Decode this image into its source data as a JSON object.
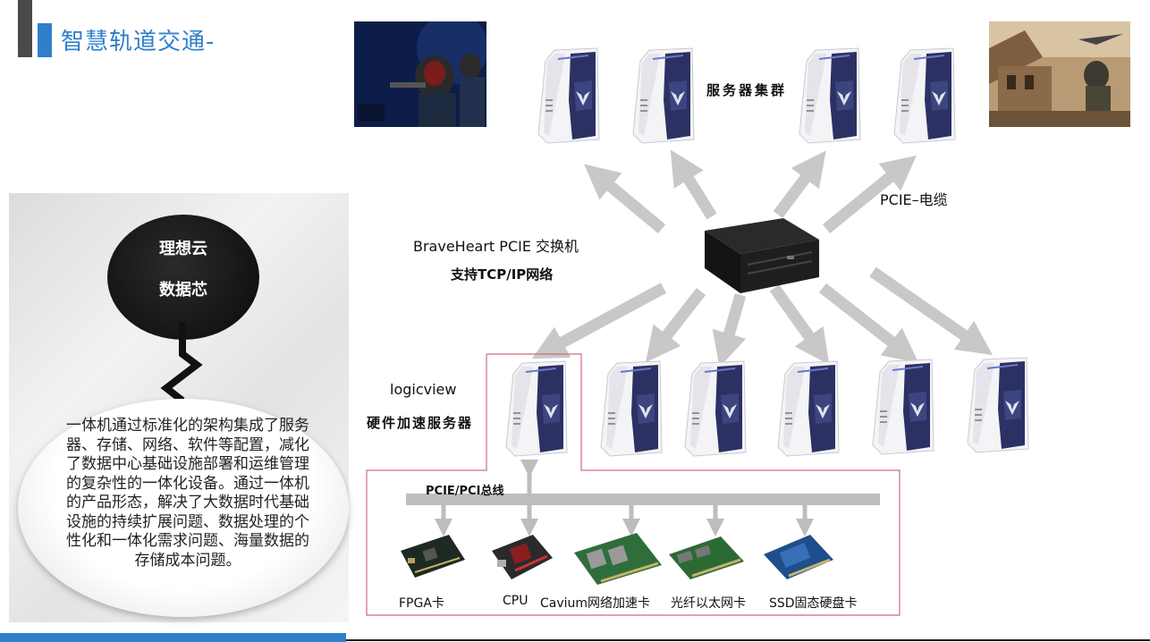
{
  "header": {
    "title": "智慧轨道交通-"
  },
  "side": {
    "circle_line1": "理想云",
    "circle_line2": "数据芯",
    "description": "一体机通过标准化的架构集成了服务器、存储、网络、软件等配置，减化了数据中心基础设施部署和运维管理的复杂性的一体化设备。通过一体机的产品形态，解决了大数据时代基础设施的持续扩展问题、数据处理的个性化和一体化需求问题、海量数据的存储成本问题。"
  },
  "diagram": {
    "server_cluster_label": "服务器集群",
    "pcie_cable_label": "PCIE–电缆",
    "switch_label_line1": "BraveHeart  PCIE  交换机",
    "switch_label_line2": "支持TCP/IP网络",
    "accel_label_line1": "logicview",
    "accel_label_line2": "硬件加速服务器",
    "bus_label": "PCIE/PCI总线",
    "cards": {
      "fpga": "FPGA卡",
      "cpu": "CPU",
      "cavium": "Cavium网络加速卡",
      "fiber": "光纤以太网卡",
      "ssd": "SSD固态硬盘卡"
    }
  },
  "colors": {
    "accent": "#2f7fcb",
    "tower_blue": "#2c3163",
    "arrow_gray": "#c8c8c8",
    "outline_pink": "#d16a7a"
  }
}
